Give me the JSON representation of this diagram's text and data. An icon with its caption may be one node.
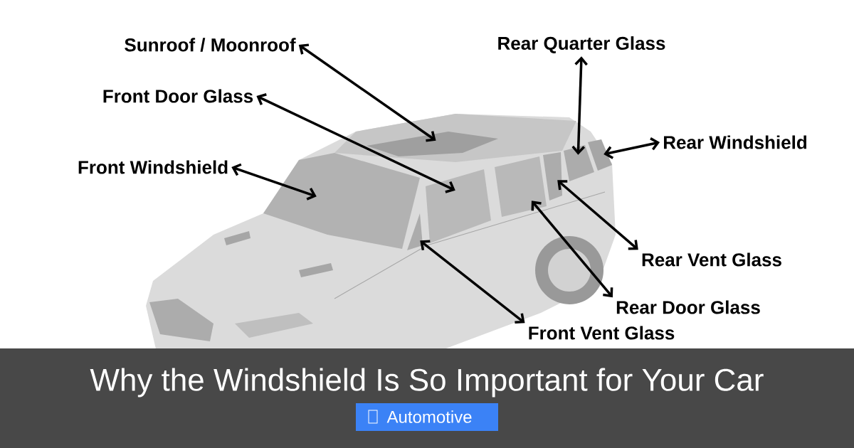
{
  "diagram": {
    "title": "Why the Windshield Is So Important for Your Car",
    "nodes": [
      {
        "text": [
          "Sunroof / Moonroof"
        ]
      },
      {
        "text": [
          "Front Door Glass"
        ]
      },
      {
        "text": [
          "Front Windshield"
        ]
      },
      {
        "text": [
          "Rear Quarter Glass"
        ]
      },
      {
        "text": [
          "Rear Windshield"
        ]
      },
      {
        "text": [
          "Rear Vent Glass"
        ]
      },
      {
        "text": [
          "Rear Door Glass"
        ]
      },
      {
        "text": [
          "Front Vent Glass"
        ]
      },
      {
        "text": [],
        "shape": "picture"
      },
      {
        "text": [],
        "shape": "picture"
      },
      {
        "text": [],
        "shape": "picture"
      },
      {
        "text": [],
        "shape": "picture"
      },
      {
        "text": [],
        "shape": "picture"
      },
      {
        "text": [],
        "shape": "picture"
      },
      {
        "text": [],
        "shape": "picture"
      },
      {
        "text": [],
        "shape": "picture"
      }
    ],
    "edges": [
      {
        "from": 0,
        "to": 8,
        "arrow": "both"
      },
      {
        "from": 1,
        "to": 9,
        "arrow": "both"
      },
      {
        "from": 2,
        "to": 10,
        "arrow": "both"
      },
      {
        "from": 3,
        "to": 11,
        "arrow": "both"
      },
      {
        "from": 4,
        "to": 12,
        "arrow": "both"
      },
      {
        "from": 5,
        "to": 13,
        "arrow": "both"
      },
      {
        "from": 6,
        "to": 14,
        "arrow": "both"
      },
      {
        "from": 7,
        "to": 15,
        "arrow": "both"
      }
    ],
    "labels": [
      "Automotive"
    ]
  }
}
